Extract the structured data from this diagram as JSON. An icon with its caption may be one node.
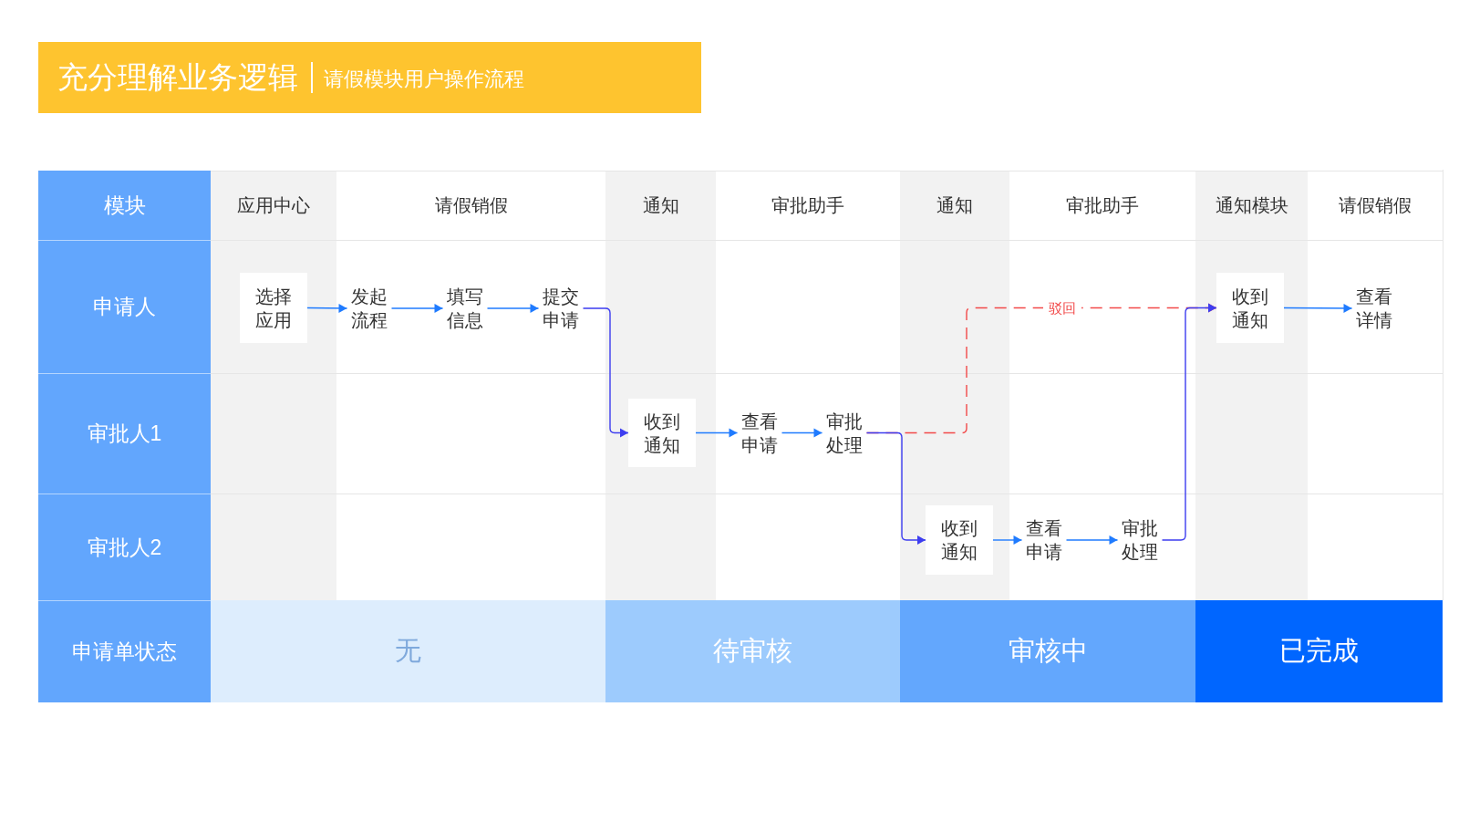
{
  "diagram": {
    "title": "充分理解业务逻辑",
    "nodes": [
      {
        "text": [
          "模块"
        ]
      },
      {
        "text": [
          "应用中心"
        ]
      },
      {
        "text": [
          "请假销假"
        ]
      },
      {
        "text": [
          "通知"
        ]
      },
      {
        "text": [
          "审批助手"
        ]
      },
      {
        "text": [
          "通知"
        ]
      },
      {
        "text": [
          "审批助手"
        ]
      },
      {
        "text": [
          "通知模块"
        ]
      },
      {
        "text": [
          "请假销假"
        ]
      },
      {
        "text": [
          "申请人"
        ]
      },
      {
        "text": [
          "选择应用"
        ]
      },
      {
        "text": [
          "发起流程"
        ]
      },
      {
        "text": [
          "填写信息"
        ]
      },
      {
        "text": [
          "提交申请"
        ]
      },
      {
        "text": [
          "收到通知"
        ]
      },
      {
        "text": [
          "查看详情"
        ]
      },
      {
        "text": [
          "审批人1"
        ]
      },
      {
        "text": [
          "收到通知"
        ]
      },
      {
        "text": [
          "查看申请"
        ]
      },
      {
        "text": [
          "审批处理"
        ]
      },
      {
        "text": [
          "审批人2"
        ]
      },
      {
        "text": [
          "收到通知"
        ]
      },
      {
        "text": [
          "查看申请"
        ]
      },
      {
        "text": [
          "审批处理"
        ]
      },
      {
        "text": [
          "申请单状态"
        ]
      },
      {
        "text": [
          "无"
        ]
      },
      {
        "text": [
          "待审核"
        ]
      },
      {
        "text": [
          "审核中"
        ]
      },
      {
        "text": [
          "已完成"
        ]
      }
    ],
    "edges": [
      {
        "from": 10,
        "to": 11,
        "arrow": "to"
      },
      {
        "from": 11,
        "to": 12,
        "arrow": "to"
      },
      {
        "from": 12,
        "to": 13,
        "arrow": "to"
      },
      {
        "from": 13,
        "to": 17,
        "arrow": "to",
        "color": "#3d3df0"
      },
      {
        "from": 17,
        "to": 18,
        "arrow": "to"
      },
      {
        "from": 18,
        "to": 19,
        "arrow": "to"
      },
      {
        "from": 19,
        "to": 21,
        "arrow": "to",
        "color": "#3d3df0"
      },
      {
        "from": 19,
        "to": 14,
        "arrow": "to",
        "label": "驳回",
        "style": "dashed",
        "color": "#f24a4a"
      },
      {
        "from": 21,
        "to": 22,
        "arrow": "to"
      },
      {
        "from": 22,
        "to": 23,
        "arrow": "to"
      },
      {
        "from": 23,
        "to": 14,
        "arrow": "to",
        "color": "#3d3df0"
      },
      {
        "from": 14,
        "to": 15,
        "arrow": "to"
      }
    ],
    "labels": [
      "请假模块用户操作流程"
    ]
  }
}
